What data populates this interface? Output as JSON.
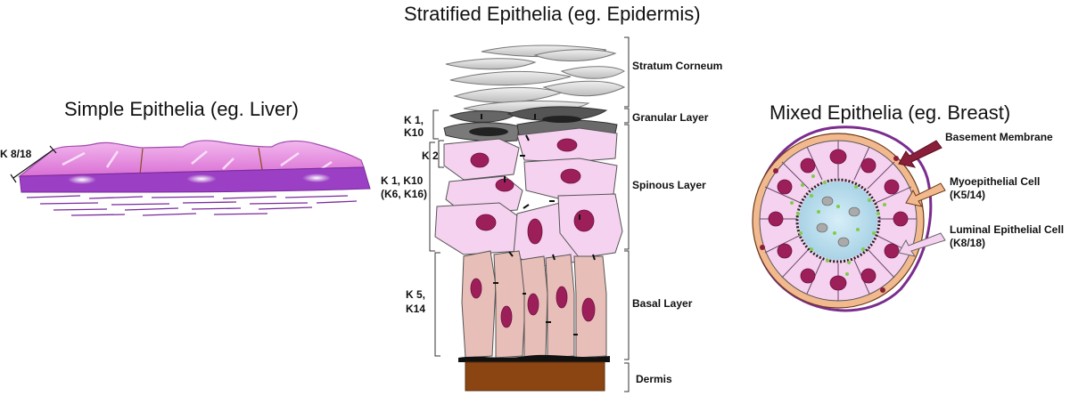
{
  "titles": {
    "simple": "Simple Epithelia (eg. Liver)",
    "stratified": "Stratified Epithelia (eg. Epidermis)",
    "mixed": "Mixed Epithelia (eg. Breast)"
  },
  "simple": {
    "keratin": "K 8/18"
  },
  "stratified": {
    "layers": {
      "corneum": "Stratum Corneum",
      "granular": "Granular Layer",
      "spinous": "Spinous Layer",
      "basal": "Basal Layer",
      "dermis": "Dermis"
    },
    "keratins": {
      "k1k10_a": "K 1,",
      "k1k10_b": "K10",
      "k2": "K 2",
      "k1k10k6_a": "K 1, K10",
      "k1k10k6_b": "(K6, K16)",
      "k5k14_a": "K 5,",
      "k5k14_b": "K14"
    }
  },
  "mixed": {
    "basement": "Basement Membrane",
    "myo_a": "Myoepithelial Cell",
    "myo_b": "(K5/14)",
    "luminal_a": "Luminal Epithelial Cell",
    "luminal_b": "(K8/18)"
  },
  "colors": {
    "simple_top": "#e690e0",
    "simple_side": "#9b3fc4",
    "spinous_cell": "#f5d2f0",
    "basal_cell": "#e8bfb8",
    "nucleus": "#9c1f5a",
    "dermis": "#8b4513",
    "lumen": "#b8dcec",
    "outer_ring": "#7b2c8f",
    "myo_ring": "#f2b98e",
    "dots": "#7fcc4a"
  }
}
